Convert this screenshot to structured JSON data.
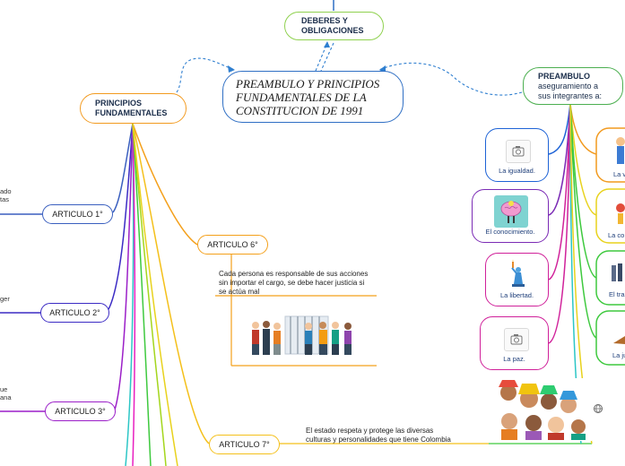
{
  "central": {
    "lines": [
      "PREAMBULO Y PRINCIPIOS",
      "FUNDAMENTALES DE LA",
      "CONSTITUCION DE 1991"
    ]
  },
  "deberes": {
    "lines": [
      "DEBERES Y",
      "OBLIGACIONES"
    ]
  },
  "principios": {
    "lines": [
      "PRINCIPIOS",
      "FUNDAMENTALES"
    ]
  },
  "preambulo": {
    "title": "PREAMBULO",
    "subtitle_lines": [
      "aseguramiento a",
      "sus integrantes a:"
    ]
  },
  "articulos": {
    "a1": "ARTICULO 1°",
    "a2": "ARTICULO 2°",
    "a3": "ARTICULO 3°",
    "a6": "ARTICULO 6°",
    "a7": "ARTICULO 7°"
  },
  "art6_text": [
    "Cada persona es responsable de sus acciones",
    "sin importar el cargo, se debe hacer justicia si",
    "se actúa mal"
  ],
  "art7_text": [
    "El estado respeta y protege las diversas",
    "culturas y personalidades que tiene Colombia"
  ],
  "left_fragments": [
    "ado",
    "tas",
    "ger",
    "ue",
    "ana"
  ],
  "preambulo_items": [
    {
      "label": "La igualdad.",
      "icon": "camera-icon"
    },
    {
      "label": "El conocimiento.",
      "icon": "brain-icon"
    },
    {
      "label": "La libertad.",
      "icon": "statue-of-liberty-icon"
    },
    {
      "label": "La paz.",
      "icon": "camera-icon"
    }
  ],
  "right_fragments": [
    "La v",
    "La co",
    "El tra",
    "La ju"
  ],
  "colors": {
    "central_border": "#2f6fc4",
    "deberes_border": "#8fd14f",
    "principios_border": "#f29a1f",
    "preambulo_border": "#4caf50",
    "link_dashed": "#2f7fd0",
    "art1": "#3a5fbf",
    "art2": "#3b2bc4",
    "art3": "#9b1fc8",
    "art6": "#f4a01b",
    "art7": "#f4c01b",
    "card_igualdad": "#1e63d6",
    "card_conocimiento": "#7b2bb5",
    "card_libertad": "#d0219a",
    "card_paz": "#d0219a"
  }
}
